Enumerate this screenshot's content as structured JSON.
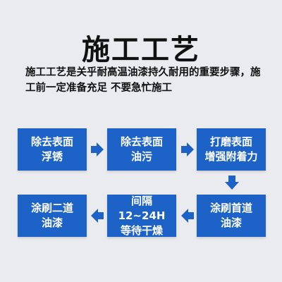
{
  "title": "施工工艺",
  "description": "施工工艺是关乎耐高温油漆持久耐用的重要步骤，施工前一定准备充足 不要急忙施工",
  "colors": {
    "box": "#1d63c7",
    "arrow": "#1d63c7",
    "background": "#e9ebee"
  },
  "steps": [
    {
      "line1": "除去表面",
      "line2": "浮锈"
    },
    {
      "line1": "除去表面",
      "line2": "油污"
    },
    {
      "line1": "打磨表面",
      "line2": "增强附着力"
    },
    {
      "line1": "涂刷首道",
      "line2": "油漆"
    },
    {
      "line1": "间隔12~24H",
      "line2": "等待干燥"
    },
    {
      "line1": "涂刷二道",
      "line2": "油漆"
    }
  ],
  "arrows": [
    "arrow-right",
    "arrow-right",
    "arrow-down",
    "arrow-left",
    "arrow-left"
  ]
}
